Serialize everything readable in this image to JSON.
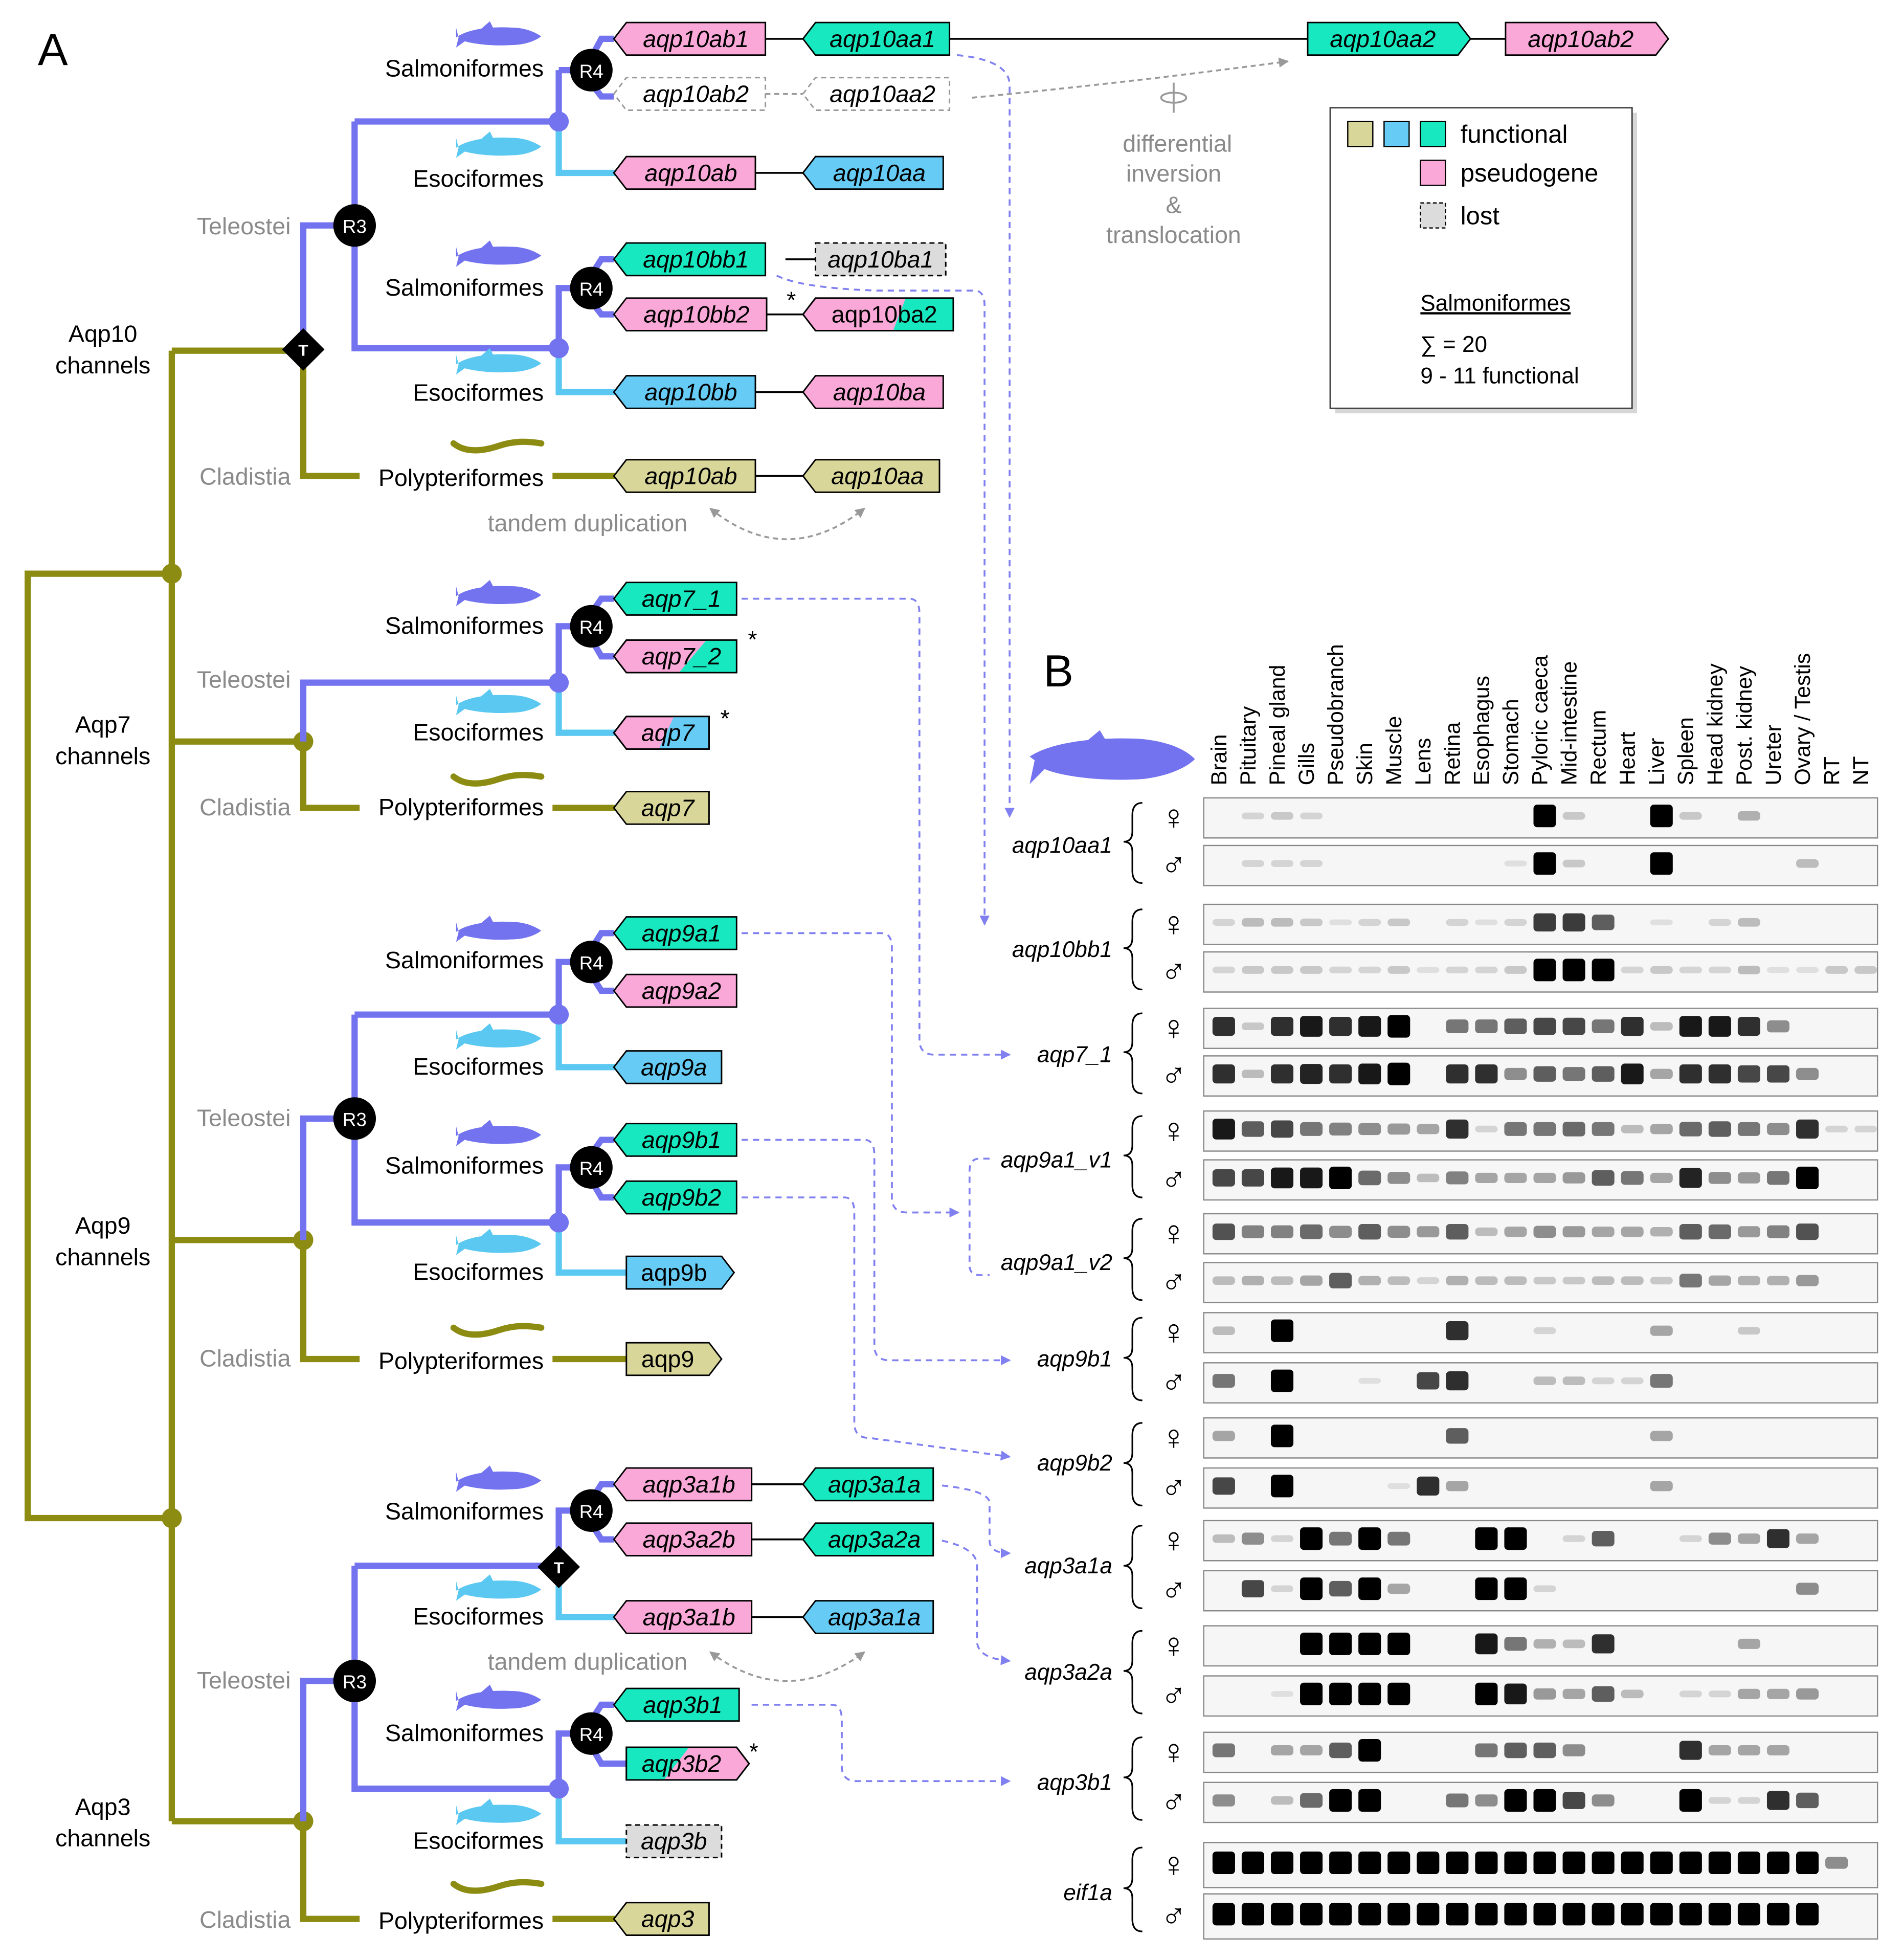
{
  "colors": {
    "olive": "#8C8C12",
    "olive_fill": "#D9D69A",
    "blue_dark": "#7373F0",
    "blue_light": "#5AC8F0",
    "cyan_fill": "#18E8C0",
    "blue_fill": "#66CCF5",
    "pink_fill": "#F9A8D8",
    "lost_fill": "#DCDCDC",
    "dash_arrow": "#8080F0",
    "grey_arrow": "#999999"
  },
  "panel_a": {
    "label": "A",
    "channels": [
      "Aqp10\nchannels",
      "Aqp7\nchannels",
      "Aqp9\nchannels",
      "Aqp3\nchannels"
    ],
    "teleostei": "Teleostei",
    "cladistia": "Cladistia",
    "salmoniformes": "Salmoniformes",
    "esociformes": "Esociformes",
    "polypteriformes": "Polypteriformes",
    "node_r3": "R3",
    "node_r4": "R4",
    "node_t": "T",
    "tandem": "tandem duplication",
    "inversion": [
      "differential",
      "inversion",
      "&",
      "translocation"
    ],
    "asterisk": "*",
    "genes": {
      "g10ab1_s": "aqp10ab1",
      "g10aa1_s": "aqp10aa1",
      "g10aa2_s": "aqp10aa2",
      "g10ab2_s": "aqp10ab2",
      "g10ab2_lost": "aqp10ab2",
      "g10aa2_lost": "aqp10aa2",
      "g10ab_e": "aqp10ab",
      "g10aa_e": "aqp10aa",
      "g10bb1_s": "aqp10bb1",
      "g10ba1_lost": "aqp10ba1",
      "g10bb2_s": "aqp10bb2",
      "g10ba2_s": "aqp10ba2",
      "g10bb_e": "aqp10bb",
      "g10ba_e": "aqp10ba",
      "g10ab_p": "aqp10ab",
      "g10aa_p": "aqp10aa",
      "g7_1": "aqp7_1",
      "g7_2": "aqp7_2",
      "g7_e": "aqp7",
      "g7_p": "aqp7",
      "g9a1": "aqp9a1",
      "g9a2": "aqp9a2",
      "g9a_e": "aqp9a",
      "g9b1": "aqp9b1",
      "g9b2": "aqp9b2",
      "g9b_e": "aqp9b",
      "g9_p": "aqp9",
      "g3a1b_s": "aqp3a1b",
      "g3a1a_s": "aqp3a1a",
      "g3a2b_s": "aqp3a2b",
      "g3a2a_s": "aqp3a2a",
      "g3a1b_e": "aqp3a1b",
      "g3a1a_e": "aqp3a1a",
      "g3b1": "aqp3b1",
      "g3b2": "aqp3b2",
      "g3b_e": "aqp3b",
      "g3_p": "aqp3"
    }
  },
  "legend": {
    "functional": "functional",
    "pseudogene": "pseudogene",
    "lost": "lost",
    "title": "Salmoniformes",
    "sum": "∑ = 20",
    "functional_count": "9 - 11 functional"
  },
  "panel_b": {
    "label": "B",
    "female": "♀",
    "male": "♂",
    "tissues": [
      "Brain",
      "Pituitary",
      "Pineal gland",
      "Gills",
      "Pseudobranch",
      "Skin",
      "Muscle",
      "Lens",
      "Retina",
      "Esophagus",
      "Stomach",
      "Pyloric caeca",
      "Mid-intestine",
      "Rectum",
      "Heart",
      "Liver",
      "Spleen",
      "Head kidney",
      "Post. kidney",
      "Ureter",
      "Ovary / Testis",
      "RT",
      "NT"
    ],
    "genes": [
      "aqp10aa1",
      "aqp10bb1",
      "aqp7_1",
      "aqp9a1_v1",
      "aqp9a1_v2",
      "aqp9b1",
      "aqp9b2",
      "aqp3a1a",
      "aqp3a2a",
      "aqp3b1",
      "eif1a"
    ],
    "gel": {
      "aqp10aa1_f": [
        0,
        0.1,
        0.15,
        0.1,
        0,
        0,
        0,
        0,
        0,
        0,
        0,
        1,
        0.15,
        0,
        0,
        1,
        0.15,
        0,
        0.25,
        0,
        0,
        0,
        0
      ],
      "aqp10aa1_m": [
        0,
        0.1,
        0.1,
        0.1,
        0,
        0,
        0,
        0,
        0,
        0,
        0.05,
        1,
        0.15,
        0,
        0,
        1,
        0,
        0,
        0,
        0,
        0.2,
        0,
        0
      ],
      "aqp10bb1_f": [
        0.1,
        0.2,
        0.2,
        0.15,
        0.05,
        0.1,
        0.15,
        0,
        0.1,
        0.05,
        0.1,
        0.75,
        0.75,
        0.6,
        0,
        0.05,
        0,
        0.1,
        0.2,
        0,
        0,
        0,
        0
      ],
      "aqp10bb1_m": [
        0.1,
        0.15,
        0.15,
        0.15,
        0.1,
        0.1,
        0.15,
        0.05,
        0.1,
        0.1,
        0.15,
        1,
        1,
        1,
        0.1,
        0.15,
        0.1,
        0.1,
        0.2,
        0.05,
        0.05,
        0.15,
        0.15
      ],
      "aqp7_1_f": [
        0.8,
        0.15,
        0.8,
        0.9,
        0.8,
        0.9,
        1,
        0,
        0.5,
        0.5,
        0.6,
        0.7,
        0.7,
        0.5,
        0.8,
        0.2,
        0.9,
        0.9,
        0.8,
        0.4,
        0,
        0,
        0
      ],
      "aqp7_1_m": [
        0.8,
        0.2,
        0.8,
        0.85,
        0.8,
        0.9,
        1,
        0,
        0.8,
        0.8,
        0.4,
        0.6,
        0.5,
        0.6,
        0.9,
        0.3,
        0.8,
        0.8,
        0.7,
        0.7,
        0.4,
        0,
        0
      ],
      "aqp9a1_v1_f": [
        0.9,
        0.6,
        0.7,
        0.5,
        0.45,
        0.4,
        0.35,
        0.3,
        0.8,
        0.1,
        0.5,
        0.5,
        0.55,
        0.5,
        0.2,
        0.3,
        0.55,
        0.6,
        0.5,
        0.4,
        0.8,
        0.1,
        0.1
      ],
      "aqp9a1_v1_m": [
        0.7,
        0.7,
        0.9,
        0.9,
        1,
        0.55,
        0.4,
        0.2,
        0.45,
        0.3,
        0.3,
        0.3,
        0.35,
        0.6,
        0.5,
        0.3,
        0.85,
        0.4,
        0.35,
        0.5,
        1,
        0,
        0
      ],
      "aqp9a1_v2_f": [
        0.65,
        0.45,
        0.45,
        0.55,
        0.4,
        0.6,
        0.4,
        0.35,
        0.6,
        0.2,
        0.3,
        0.4,
        0.35,
        0.3,
        0.3,
        0.25,
        0.6,
        0.55,
        0.35,
        0.45,
        0.65,
        0,
        0
      ],
      "aqp9a1_v2_m": [
        0.2,
        0.25,
        0.2,
        0.3,
        0.6,
        0.25,
        0.2,
        0.1,
        0.25,
        0.2,
        0.2,
        0.15,
        0.15,
        0.2,
        0.2,
        0.15,
        0.5,
        0.3,
        0.25,
        0.25,
        0.35,
        0,
        0
      ],
      "aqp9b1_f": [
        0.2,
        0,
        1,
        0,
        0,
        0,
        0,
        0,
        0.8,
        0,
        0,
        0.1,
        0,
        0,
        0,
        0.3,
        0,
        0,
        0.15,
        0,
        0,
        0,
        0
      ],
      "aqp9b1_m": [
        0.5,
        0,
        1,
        0,
        0,
        0.05,
        0,
        0.7,
        0.8,
        0,
        0,
        0.2,
        0.2,
        0.1,
        0.1,
        0.5,
        0,
        0,
        0,
        0,
        0,
        0,
        0
      ],
      "aqp9b2_f": [
        0.3,
        0,
        1,
        0,
        0,
        0,
        0,
        0,
        0.6,
        0,
        0,
        0,
        0,
        0,
        0,
        0.3,
        0,
        0,
        0,
        0,
        0,
        0,
        0
      ],
      "aqp9b2_m": [
        0.7,
        0,
        1,
        0,
        0,
        0,
        0.05,
        0.8,
        0.3,
        0,
        0,
        0,
        0,
        0,
        0,
        0.3,
        0,
        0,
        0,
        0,
        0,
        0,
        0
      ],
      "aqp3a1a_f": [
        0.2,
        0.4,
        0.1,
        1,
        0.5,
        1,
        0.5,
        0,
        0,
        1,
        1,
        0,
        0.1,
        0.6,
        0,
        0,
        0.1,
        0.4,
        0.3,
        0.8,
        0.3,
        0,
        0
      ],
      "aqp3a1a_m": [
        0,
        0.7,
        0.1,
        1,
        0.6,
        1,
        0.3,
        0,
        0,
        1,
        1,
        0.1,
        0,
        0,
        0,
        0,
        0,
        0,
        0,
        0,
        0.4,
        0,
        0
      ],
      "aqp3a2a_f": [
        0,
        0,
        0,
        1,
        1,
        1,
        1,
        0,
        0,
        0.9,
        0.5,
        0.25,
        0.2,
        0.8,
        0,
        0,
        0,
        0,
        0.3,
        0,
        0,
        0,
        0
      ],
      "aqp3a2a_m": [
        0,
        0,
        0.05,
        1,
        1,
        1,
        1,
        0,
        0,
        1,
        0.9,
        0.35,
        0.3,
        0.6,
        0.2,
        0,
        0.1,
        0.1,
        0.3,
        0.3,
        0.35,
        0,
        0
      ],
      "aqp3b1_f": [
        0.5,
        0,
        0.3,
        0.3,
        0.6,
        1,
        0,
        0,
        0,
        0.5,
        0.6,
        0.6,
        0.4,
        0,
        0,
        0,
        0.8,
        0.3,
        0.3,
        0.3,
        0,
        0,
        0
      ],
      "aqp3b1_m": [
        0.4,
        0,
        0.2,
        0.55,
        1,
        1,
        0,
        0,
        0.5,
        0.4,
        1,
        1,
        0.7,
        0.4,
        0,
        0,
        1,
        0.1,
        0.1,
        0.8,
        0.6,
        0,
        0
      ],
      "eif1a_f": [
        1,
        1,
        1,
        1,
        1,
        1,
        1,
        1,
        1,
        1,
        1,
        1,
        1,
        1,
        1,
        1,
        1,
        1,
        1,
        1,
        1,
        0.4,
        0
      ],
      "eif1a_m": [
        1,
        1,
        1,
        1,
        1,
        1,
        1,
        1,
        1,
        1,
        1,
        1,
        1,
        1,
        1,
        1,
        1,
        1,
        1,
        1,
        1,
        0,
        0
      ]
    }
  }
}
